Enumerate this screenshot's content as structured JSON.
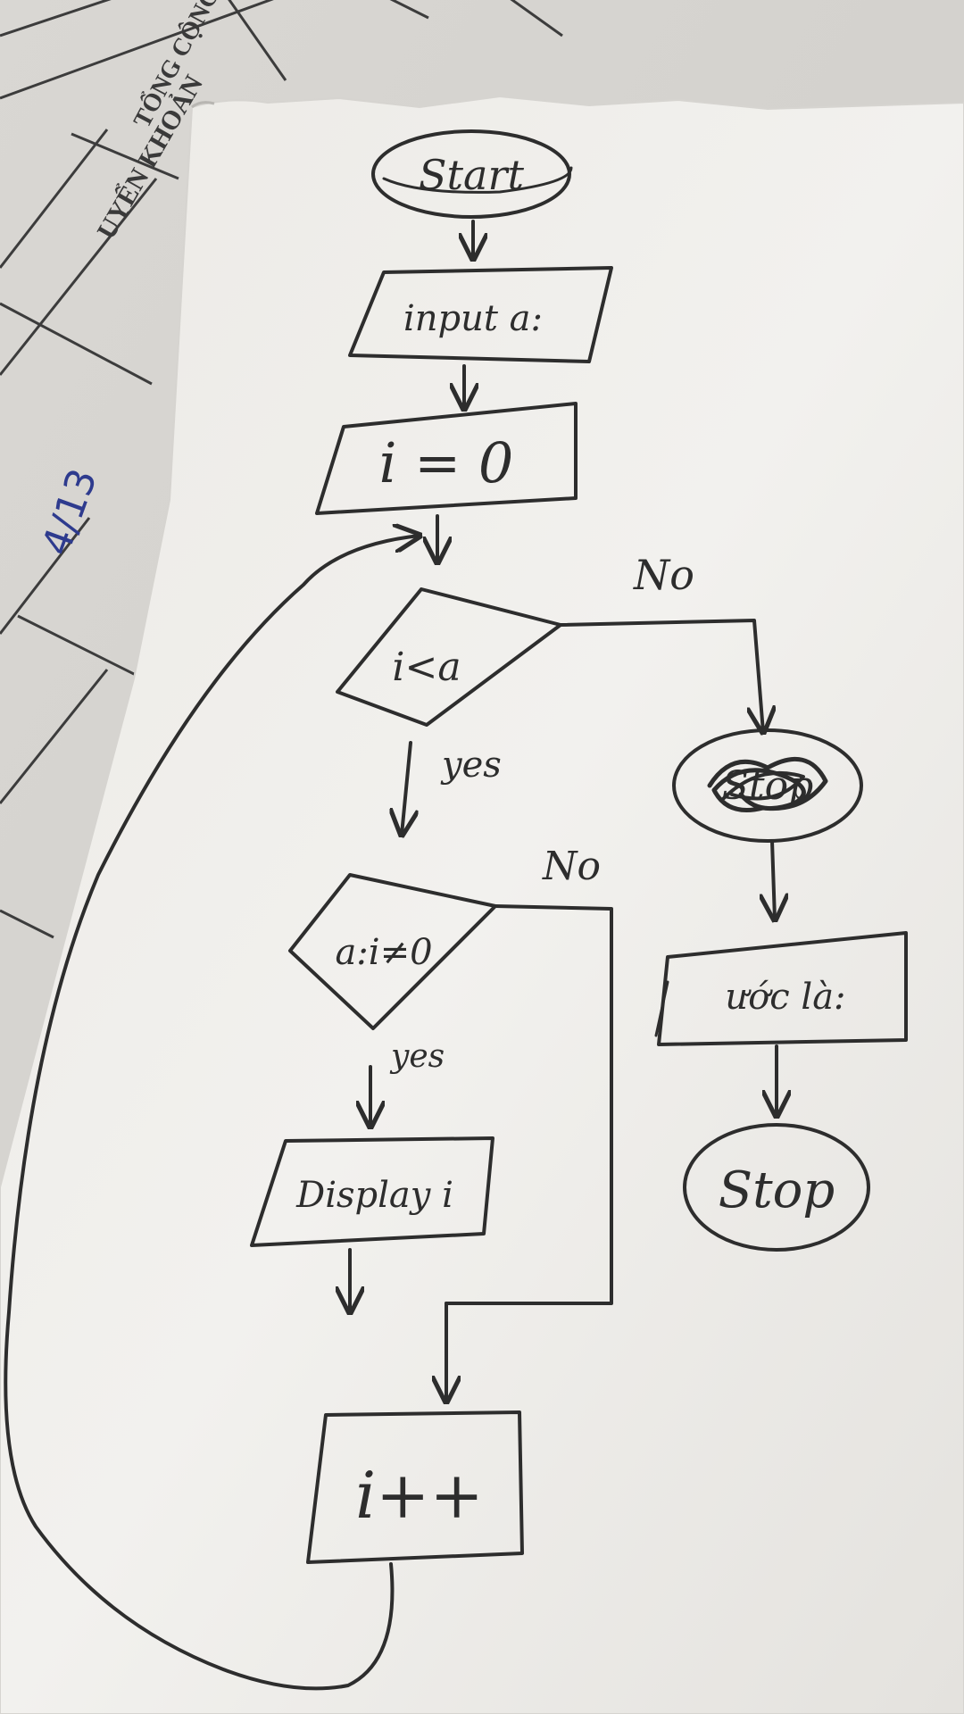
{
  "background_form": {
    "column_header_1": "UYỂN KHOẢN",
    "column_header_2": "TỔNG CỘNG",
    "handwritten_note": "4/13"
  },
  "flowchart": {
    "start": "Start",
    "input": "input a:",
    "init": "i = 0",
    "loop_condition": "i<a",
    "loop_yes": "yes",
    "loop_no": "No",
    "crossed_out_stop": "Stop",
    "check_condition": "a:i≠0",
    "check_yes": "yes",
    "check_no": "No",
    "display": "Display i",
    "increment": "i++",
    "output": "ước là:",
    "stop": "Stop"
  },
  "colors": {
    "ink": "#2d2d2d",
    "paper": "#f2f1ee",
    "blue_pen": "#2e3b8e"
  }
}
